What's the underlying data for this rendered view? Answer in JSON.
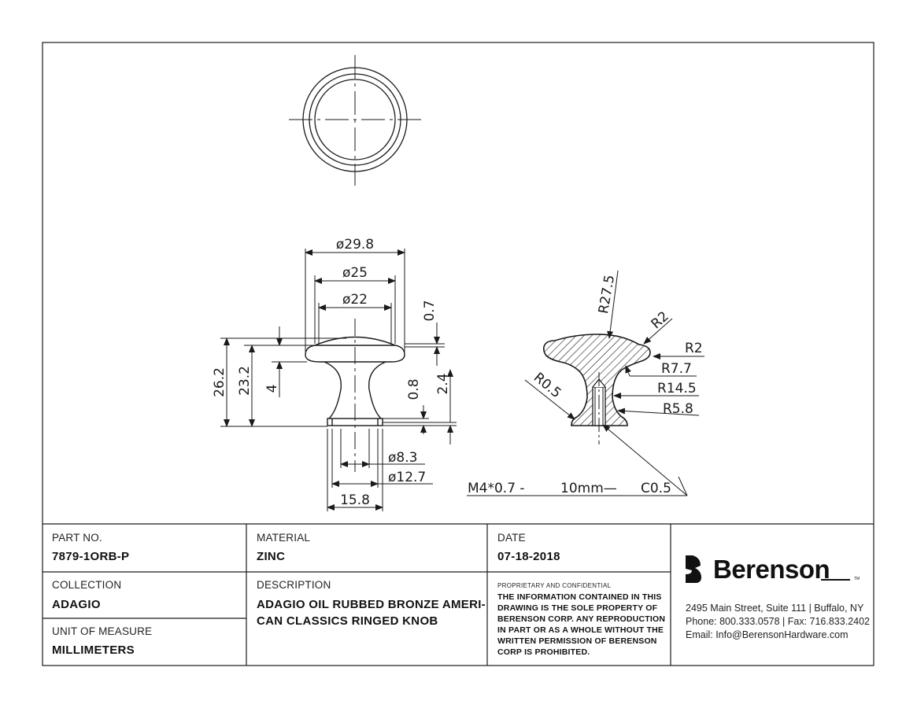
{
  "dimensions": {
    "top_view": {
      "d29_8": "ø29.8",
      "d25": "ø25",
      "d22": "ø22"
    },
    "heights": {
      "h26_2": "26.2",
      "h23_2": "23.2",
      "h4": "4",
      "h0_7": "0.7",
      "h0_8": "0.8",
      "h2_4": "2.4"
    },
    "base": {
      "d8_3": "ø8.3",
      "d12_7": "ø12.7",
      "w15_8": "15.8"
    },
    "section": {
      "r27_5": "R27.5",
      "r2_top": "R2",
      "r2_right": "R2",
      "r7_7": "R7.7",
      "r14_5": "R14.5",
      "r5_8": "R5.8",
      "r0_5": "R0.5",
      "thread": "M4*0.7 -",
      "depth": "10mm—",
      "chamfer": "C0.5"
    }
  },
  "title_block": {
    "part_no": {
      "label": "PART NO.",
      "value": "7879-1ORB-P"
    },
    "material": {
      "label": "MATERIAL",
      "value": "ZINC"
    },
    "date": {
      "label": "DATE",
      "value": "07-18-2018"
    },
    "collection": {
      "label": "COLLECTION",
      "value": "ADAGIO"
    },
    "description": {
      "label": "DESCRIPTION",
      "line1": "ADAGIO OIL RUBBED BRONZE AMERI-",
      "line2": "CAN CLASSICS RINGED KNOB"
    },
    "unit": {
      "label": "UNIT OF MEASURE",
      "value": "MILLIMETERS"
    },
    "confidential": {
      "heading": "PROPRIETARY AND CONFIDENTIAL",
      "lines": [
        "THE INFORMATION CONTAINED IN THIS",
        "DRAWING IS THE SOLE PROPERTY OF",
        "BERENSON CORP. ANY REPRODUCTION",
        "IN PART OR AS A WHOLE WITHOUT THE",
        "WRITTEN PERMISSION OF BERENSON",
        "CORP IS PROHIBITED."
      ]
    },
    "company": {
      "name": "Berenson",
      "tm": "TM",
      "address": "2495 Main Street, Suite 111 | Buffalo, NY",
      "phone": "Phone: 800.333.0578 | Fax: 716.833.2402",
      "email": "Email: Info@BerensonHardware.com"
    }
  },
  "colors": {
    "line": "#1a1a1a",
    "paper": "#ffffff"
  }
}
